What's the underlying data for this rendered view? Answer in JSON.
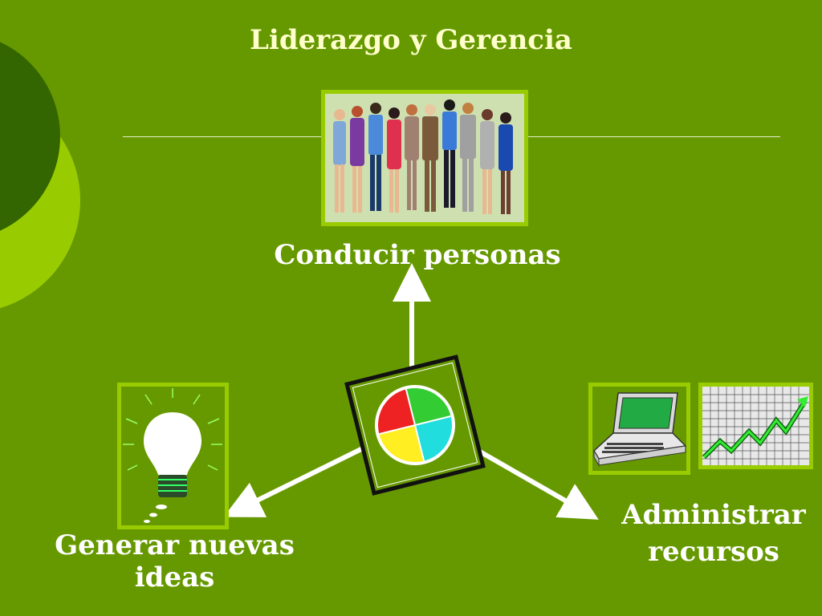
{
  "slide": {
    "title": "Liderazgo y Gerencia",
    "center_label": "Conducir personas",
    "left_label_line1": "Generar nuevas",
    "left_label_line2": "ideas",
    "right_label_line1": "Administrar",
    "right_label_line2": "recursos"
  },
  "colors": {
    "background": "#669900",
    "frame": "#99cc00",
    "title": "#ffffcc",
    "label": "#ffffff",
    "deco_dark": "#336600",
    "deco_light": "#99cc00"
  },
  "icons": [
    "people-group-icon",
    "lightbulb-icon",
    "laptop-icon",
    "rising-chart-icon",
    "management-wheel-icon"
  ]
}
